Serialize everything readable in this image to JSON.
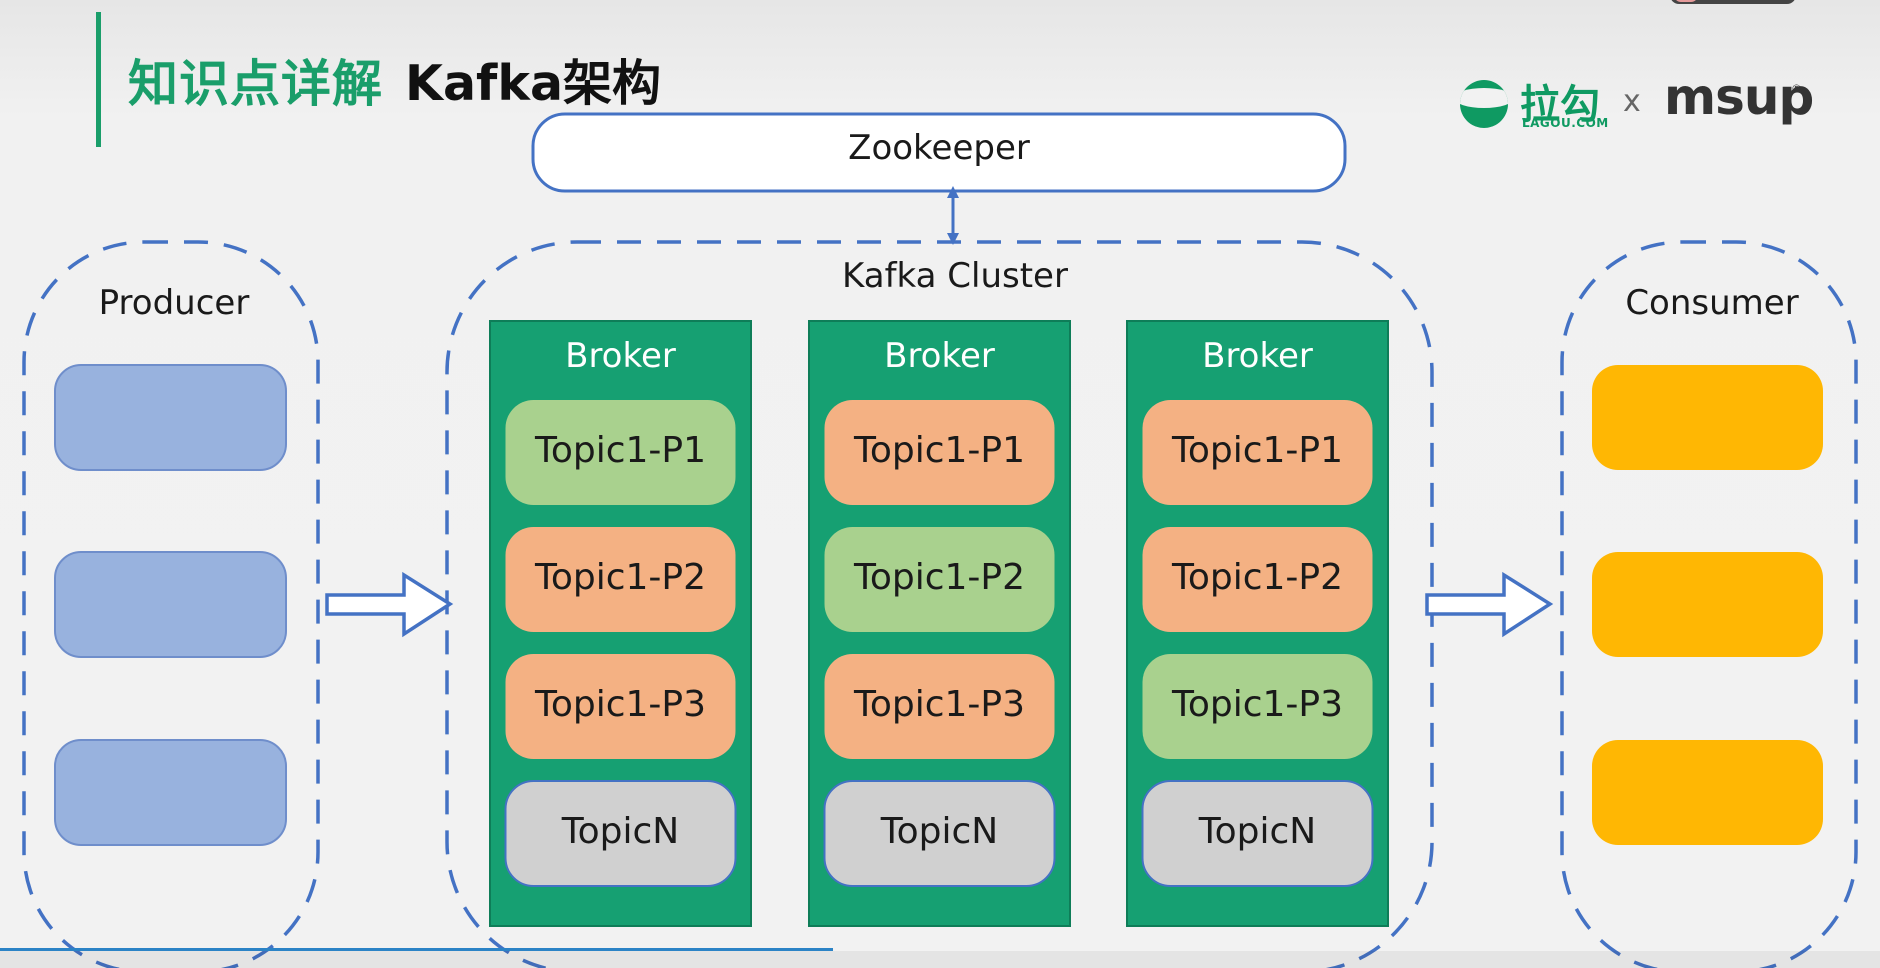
{
  "header": {
    "title_cn": "知识点详解",
    "title_main": "Kafka架构"
  },
  "logos": {
    "lagou_text": "拉勾",
    "lagou_sub": "LAGOU.COM",
    "separator": "x",
    "partner": "msup",
    "partner_mark": "®"
  },
  "diagram": {
    "zookeeper_label": "Zookeeper",
    "cluster_label": "Kafka Cluster",
    "producer_label": "Producer",
    "consumer_label": "Consumer",
    "brokers": [
      {
        "label": "Broker",
        "topics": [
          {
            "name": "Topic1-P1",
            "role": "leader"
          },
          {
            "name": "Topic1-P2",
            "role": "follower"
          },
          {
            "name": "Topic1-P3",
            "role": "follower"
          },
          {
            "name": "TopicN",
            "role": "other"
          }
        ]
      },
      {
        "label": "Broker",
        "topics": [
          {
            "name": "Topic1-P1",
            "role": "follower"
          },
          {
            "name": "Topic1-P2",
            "role": "leader"
          },
          {
            "name": "Topic1-P3",
            "role": "follower"
          },
          {
            "name": "TopicN",
            "role": "other"
          }
        ]
      },
      {
        "label": "Broker",
        "topics": [
          {
            "name": "Topic1-P1",
            "role": "follower"
          },
          {
            "name": "Topic1-P2",
            "role": "follower"
          },
          {
            "name": "Topic1-P3",
            "role": "leader"
          },
          {
            "name": "TopicN",
            "role": "other"
          }
        ]
      }
    ],
    "producer_count": 3,
    "consumer_count": 3,
    "colors": {
      "accent_green": "#1a9e6a",
      "broker_bg": "#16a072",
      "leader": "#a9d18e",
      "follower": "#f4b183",
      "other": "#d0d0d0",
      "producer_box": "#98b2de",
      "consumer_box": "#ffb703",
      "line_blue": "#4472c4"
    }
  }
}
